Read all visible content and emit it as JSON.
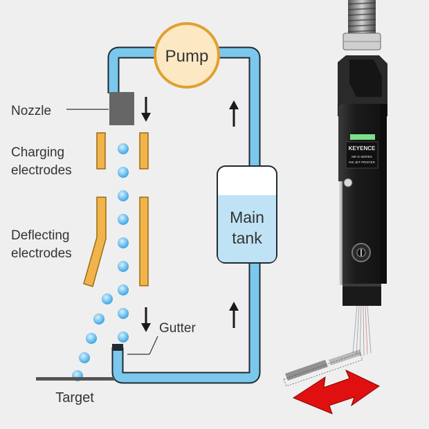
{
  "labels": {
    "pump": "Pump",
    "nozzle": "Nozzle",
    "charging_1": "Charging",
    "charging_2": "electrodes",
    "deflecting_1": "Deflecting",
    "deflecting_2": "electrodes",
    "main_tank_1": "Main",
    "main_tank_2": "tank",
    "gutter": "Gutter",
    "target": "Target"
  },
  "printer": {
    "brand": "KEYENCE",
    "model": "MK-G SERIES",
    "type": "INK JET PRINTER"
  },
  "colors": {
    "background": "#efefef",
    "tube_fill": "#7cc8ec",
    "tube_stroke": "#1f2a33",
    "pump_fill": "#fde8c4",
    "pump_stroke": "#e0a030",
    "electrode_fill": "#f0b44a",
    "electrode_stroke": "#9a6a10",
    "nozzle": "#666666",
    "droplet": "#5cb8ec",
    "tank_ink": "#bfe3f5",
    "printer_body": "#1e1e1e",
    "indicator": "#7ce08a",
    "arrow_red": "#e01010"
  }
}
